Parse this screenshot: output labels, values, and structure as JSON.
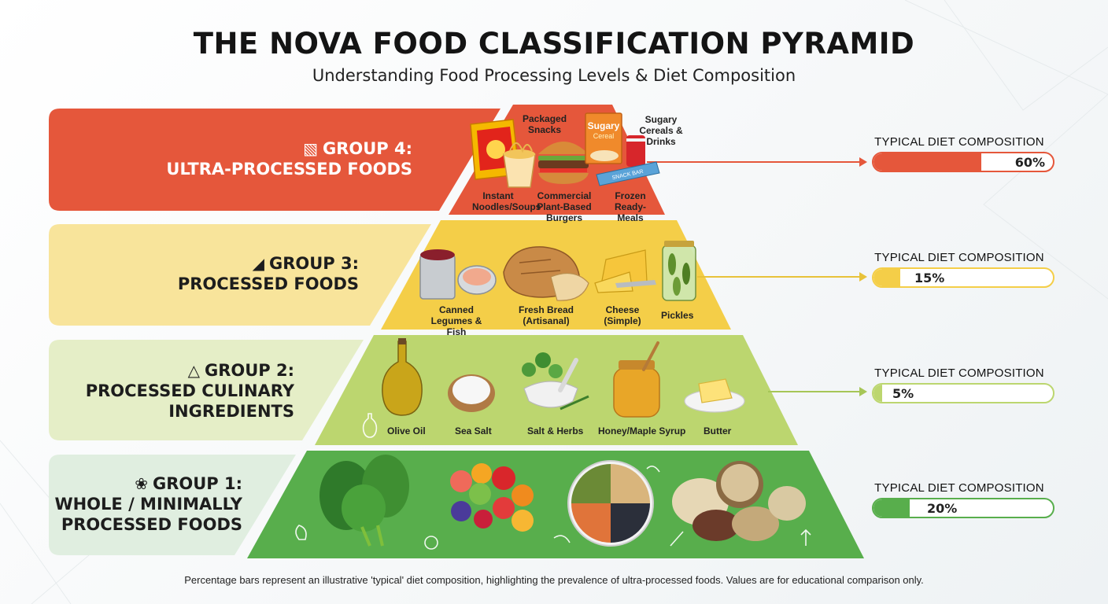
{
  "title": "THE NOVA FOOD CLASSIFICATION PYRAMID",
  "subtitle": "Understanding Food Processing Levels & Diet Composition",
  "footnote": "Percentage bars represent an illustrative 'typical' diet composition, highlighting the prevalence of ultra-processed foods. Values are for educational comparison only.",
  "colors": {
    "group4": "#e5573b",
    "group3": "#f4ce48",
    "group2": "#bcd66f",
    "group1": "#58ae4c"
  },
  "groups": [
    {
      "id": "group4",
      "label_line1": "GROUP 4:",
      "label_line2": "ULTRA-PROCESSED FOODS",
      "label_line3": "",
      "icon": "snack-bag-icon",
      "composition_title": "TYPICAL DIET COMPOSITION",
      "percent": 60,
      "percent_label": "60%",
      "foods": [
        "Packaged Snacks",
        "Sugary Cereals & Drinks",
        "Instant Noodles/Soups",
        "Commercial Plant-Based Burgers",
        "Frozen Ready-Meals"
      ],
      "food_text": [
        "Sugary",
        "Cereal",
        "SNACK BAR"
      ]
    },
    {
      "id": "group3",
      "label_line1": "GROUP 3:",
      "label_line2": "PROCESSED FOODS",
      "label_line3": "",
      "icon": "cheese-icon",
      "composition_title": "TYPICAL DIET COMPOSITION",
      "percent": 15,
      "percent_label": "15%",
      "foods": [
        "Canned Legumes & Fish",
        "Fresh Bread (Artisanal)",
        "Cheese (Simple)",
        "Pickles"
      ]
    },
    {
      "id": "group2",
      "label_line1": "GROUP 2:",
      "label_line2": "PROCESSED CULINARY",
      "label_line3": "INGREDIENTS",
      "icon": "flask-icon",
      "composition_title": "TYPICAL DIET COMPOSITION",
      "percent": 5,
      "percent_label": "5%",
      "foods": [
        "Olive Oil",
        "Sea Salt",
        "Salt & Herbs",
        "Honey/Maple Syrup",
        "Butter"
      ]
    },
    {
      "id": "group1",
      "label_line1": "GROUP 1:",
      "label_line2": "WHOLE / MINIMALLY",
      "label_line3": "PROCESSED FOODS",
      "icon": "leaf-icon",
      "composition_title": "TYPICAL DIET COMPOSITION",
      "percent": 20,
      "percent_label": "20%",
      "foods": []
    }
  ]
}
